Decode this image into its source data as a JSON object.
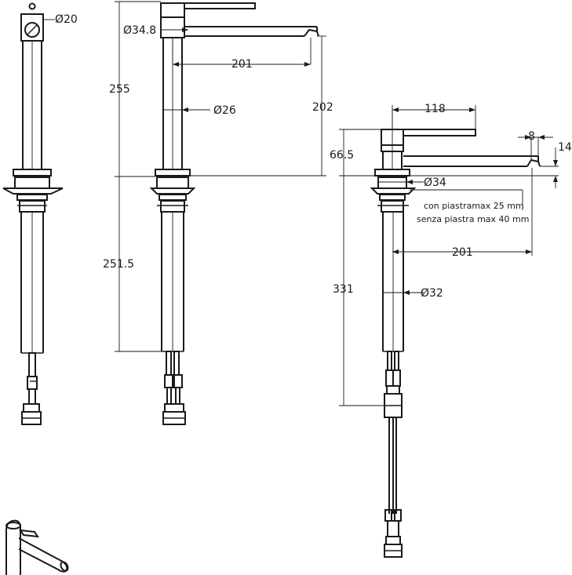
{
  "dimensions": {
    "d20": "Ø20",
    "d34_8": "Ø34.8",
    "d26": "Ø26",
    "d34": "Ø34",
    "d32": "Ø32",
    "h255": "255",
    "h251_5": "251.5",
    "h202": "202",
    "h66_5": "66.5",
    "h331": "331",
    "w201_top": "201",
    "w201_bottom": "201",
    "w118": "118",
    "w8": "8",
    "h14": "14"
  },
  "notes": {
    "line1": "con piastramax 25 mm",
    "line2": "senza piastra max 40 mm"
  },
  "colors": {
    "ink": "#1a1a1a",
    "background": "#ffffff"
  }
}
